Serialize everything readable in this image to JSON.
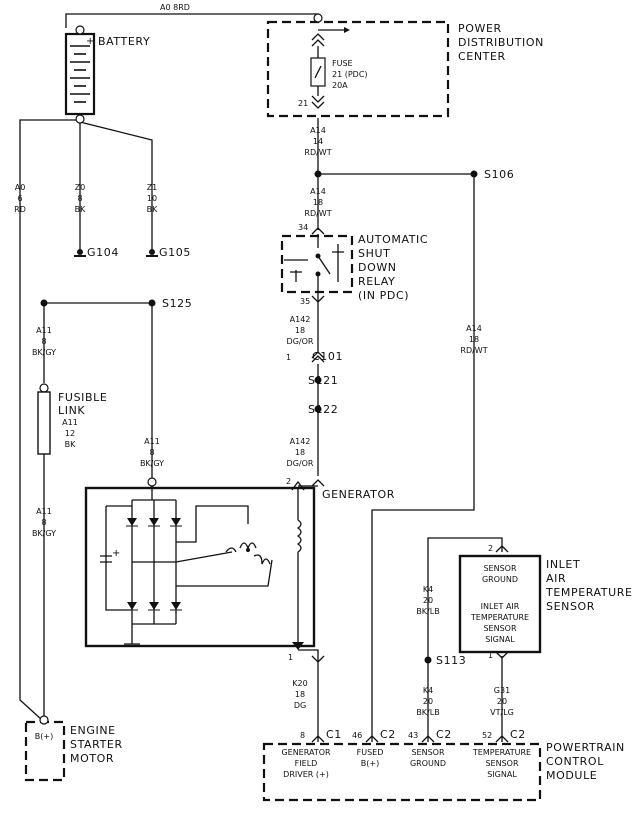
{
  "battery": {
    "label": "BATTERY",
    "plus": "+",
    "wire_top": "A0  8RD"
  },
  "pdc": {
    "title": [
      "POWER",
      "DISTRIBUTION",
      "CENTER"
    ],
    "fuse": [
      "FUSE",
      "21 (PDC)",
      "20A"
    ],
    "pin": "21"
  },
  "wires": {
    "a14_top": [
      "A14",
      "14",
      "RD/WT"
    ],
    "a14_mid": [
      "A14",
      "18",
      "RD/WT"
    ],
    "a14_right": [
      "A14",
      "18",
      "RD/WT"
    ],
    "a0_left": [
      "A0",
      "6",
      "RD"
    ],
    "z0": [
      "Z0",
      "8",
      "BK"
    ],
    "z1": [
      "Z1",
      "10",
      "BK"
    ],
    "a11_top": [
      "A11",
      "8",
      "BK/GY"
    ],
    "a11_gen": [
      "A11",
      "8",
      "BK/GY"
    ],
    "a11_bottom": [
      "A11",
      "8",
      "BK/GY"
    ],
    "a142_top": [
      "A142",
      "18",
      "DG/OR"
    ],
    "a142_bottom": [
      "A142",
      "18",
      "DG/OR"
    ],
    "k20": [
      "K20",
      "18",
      "DG"
    ],
    "k4_top": [
      "K4",
      "20",
      "BK/LB"
    ],
    "k4_bottom": [
      "K4",
      "20",
      "BK/LB"
    ],
    "g31": [
      "G31",
      "20",
      "VT/LG"
    ]
  },
  "grounds": {
    "g104": "G104",
    "g105": "G105"
  },
  "splices": {
    "s106": "S106",
    "s125": "S125",
    "s121": "S121",
    "s122": "S122",
    "s113": "S113"
  },
  "relay": {
    "title": [
      "AUTOMATIC",
      "SHUT",
      "DOWN",
      "RELAY",
      "(IN PDC)"
    ],
    "pin_top": "34",
    "pin_bottom": "35"
  },
  "connector_c101": {
    "pin": "1",
    "name": "C101"
  },
  "fusible_link": {
    "label": [
      "FUSIBLE",
      "LINK"
    ],
    "wire": [
      "A11",
      "12",
      "BK"
    ]
  },
  "generator": {
    "label": "GENERATOR",
    "pin_top": "2",
    "pin_bottom": "1"
  },
  "sensor": {
    "title": [
      "INLET",
      "AIR",
      "TEMPERATURE",
      "SENSOR"
    ],
    "ground": [
      "SENSOR",
      "GROUND"
    ],
    "signal": [
      "INLET AIR",
      "TEMPERATURE",
      "SENSOR",
      "SIGNAL"
    ],
    "pin_top": "2",
    "pin_bottom": "1"
  },
  "starter": {
    "title": [
      "ENGINE",
      "STARTER",
      "MOTOR"
    ],
    "terminal": "B(+)"
  },
  "pcm": {
    "title": [
      "POWERTRAIN",
      "CONTROL",
      "MODULE"
    ],
    "pins": [
      {
        "pin": "8",
        "conn": "C1",
        "label": [
          "GENERATOR",
          "FIELD",
          "DRIVER (+)"
        ]
      },
      {
        "pin": "46",
        "conn": "C2",
        "label": [
          "FUSED",
          "B(+)"
        ]
      },
      {
        "pin": "43",
        "conn": "C2",
        "label": [
          "SENSOR",
          "GROUND"
        ]
      },
      {
        "pin": "52",
        "conn": "C2",
        "label": [
          "TEMPERATURE",
          "SENSOR",
          "SIGNAL"
        ]
      }
    ]
  }
}
